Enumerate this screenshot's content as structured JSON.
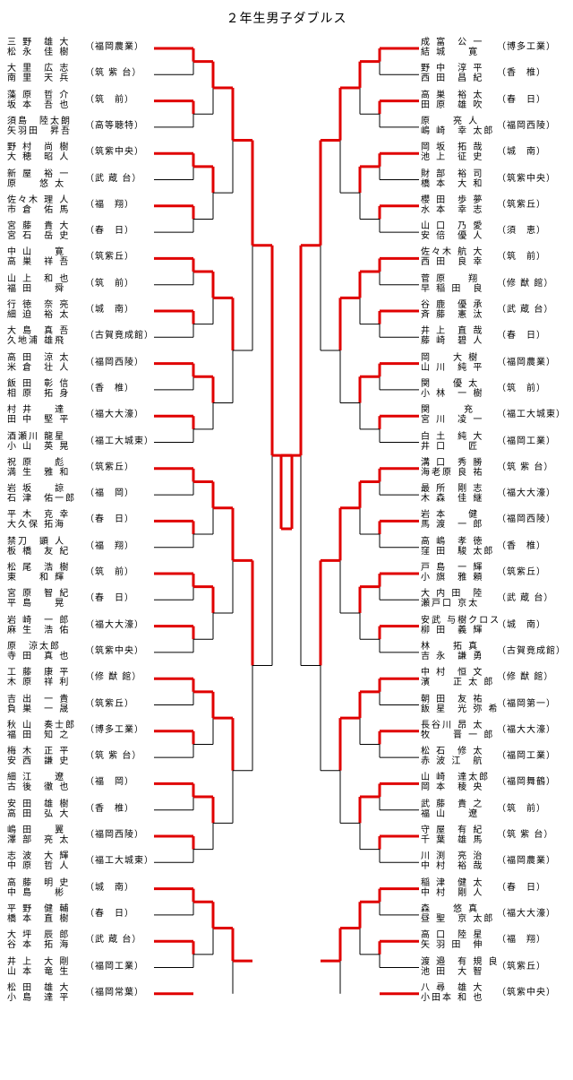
{
  "title": "２年生男子ダブルス",
  "left": [
    {
      "p1": "三 野　雄 大",
      "p2": "松 永　佳 樹",
      "school": "（福岡農業）"
    },
    {
      "p1": "大 里　広 志",
      "p2": "南 里　天 兵",
      "school": "（筑 紫 台）"
    },
    {
      "p1": "藻 原　哲 介",
      "p2": "坂 本　吾 也",
      "school": "（筑　前）"
    },
    {
      "p1": "須島　陸太朗",
      "p2": "矢羽田　昇吾",
      "school": "（高等聴特）"
    },
    {
      "p1": "野 村　尚 樹",
      "p2": "大 穂　昭 人",
      "school": "（筑紫中央）"
    },
    {
      "p1": "新 屋　裕 一",
      "p2": "原　　悠 太",
      "school": "（武 蔵 台）"
    },
    {
      "p1": "佐々木 理 人",
      "p2": "市 倉　佑 馬",
      "school": "（福　翔）"
    },
    {
      "p1": "宮 藤　貴 大",
      "p2": "宮 石　岳 史",
      "school": "（春　日）"
    },
    {
      "p1": "中 山　　寛",
      "p2": "高 巣　祥 吾",
      "school": "（筑紫丘）"
    },
    {
      "p1": "山 上　和 也",
      "p2": "福 田　　舜",
      "school": "（筑　前）"
    },
    {
      "p1": "行 徳　奈 亮",
      "p2": "細 迫　裕 太",
      "school": "（城　南）"
    },
    {
      "p1": "大 島　真 吾",
      "p2": "久地浦 雄飛",
      "school": "（古賀竟成館）"
    },
    {
      "p1": "高 田　涼 太",
      "p2": "米 倉　壮 人",
      "school": "（福岡西陵）"
    },
    {
      "p1": "飯 田　彰 信",
      "p2": "相 原　拓 身",
      "school": "（香　椎）"
    },
    {
      "p1": "村 井　　達",
      "p2": "田 中　堅 平",
      "school": "（福大大濠）"
    },
    {
      "p1": "酒瀬川 龍星",
      "p2": "小 山　英 晃",
      "school": "（福工大城東）"
    },
    {
      "p1": "祝 原　　彪",
      "p2": "満 生　雅 和",
      "school": "（筑紫丘）"
    },
    {
      "p1": "岩 坂　　諒",
      "p2": "石 津　佑一郎",
      "school": "（福　岡）"
    },
    {
      "p1": "平 木　克 幸",
      "p2": "大久保 拓海",
      "school": "（春　日）"
    },
    {
      "p1": "禁刀　顕 人",
      "p2": "板 橋　友 紀",
      "school": "（福　翔）"
    },
    {
      "p1": "松 尾　浩 樹",
      "p2": "東　　和 輝",
      "school": "（筑　前）"
    },
    {
      "p1": "宮 原　智 紀",
      "p2": "平 島　　晃",
      "school": "（春　日）"
    },
    {
      "p1": "岩 崎　一 郎",
      "p2": "麻 生　浩 佑",
      "school": "（福大大濠）"
    },
    {
      "p1": "原　涼太郎",
      "p2": "寺 田　真 也",
      "school": "（筑紫中央）"
    },
    {
      "p1": "工 藤　康 平",
      "p2": "木 原　祥 利",
      "school": "（修 猷 館）"
    },
    {
      "p1": "吉 出　一 貴",
      "p2": "負 巣　一 晟",
      "school": "（筑紫丘）"
    },
    {
      "p1": "秋 山　奏士郎",
      "p2": "福 田　知 之",
      "school": "（博多工業）"
    },
    {
      "p1": "梅 木　正 平",
      "p2": "安 西　謙 史",
      "school": "（筑 紫 台）"
    },
    {
      "p1": "細 江　　遼",
      "p2": "古 後　徹 也",
      "school": "（福　岡）"
    },
    {
      "p1": "安 田　雄 樹",
      "p2": "高 田　弘 大",
      "school": "（香　椎）"
    },
    {
      "p1": "嶋 田　　翼",
      "p2": "澤 部　亮 太",
      "school": "（福岡西陵）"
    },
    {
      "p1": "志 波　大 輝",
      "p2": "中 原　哲 人",
      "school": "（福工大城東）"
    },
    {
      "p1": "高 藤　明 史",
      "p2": "中 島　　彬",
      "school": "（城　南）"
    },
    {
      "p1": "平 野　健 輔",
      "p2": "橋 本　直 樹",
      "school": "（春　日）"
    },
    {
      "p1": "大 坪　辰 郎",
      "p2": "谷 本　拓 海",
      "school": "（武 蔵 台）"
    },
    {
      "p1": "井 上　大 剛",
      "p2": "山 本　竜 生",
      "school": "（福岡工業）"
    },
    {
      "p1": "松 田　雄 大",
      "p2": "小 島　達 平",
      "school": "（福岡常葉）"
    }
  ],
  "right": [
    {
      "p1": "成 富　公 一",
      "p2": "結 城　　寛",
      "school": "（博多工業）"
    },
    {
      "p1": "野 中　淳 平",
      "p2": "西 田　昌 紀",
      "school": "（香　椎）"
    },
    {
      "p1": "高 巣　裕 太",
      "p2": "田 原　雄 吹",
      "school": "（春　日）"
    },
    {
      "p1": "原　　亮 人",
      "p2": "嶋 崎　幸 太郎",
      "school": "（福岡西陵）"
    },
    {
      "p1": "岡 坂　拓 哉",
      "p2": "池 上　征 史",
      "school": "（城　南）"
    },
    {
      "p1": "財 部　裕 司",
      "p2": "橋 本　大 和",
      "school": "（筑紫中央）"
    },
    {
      "p1": "櫻 田　歩 夢",
      "p2": "水 本　幸 志",
      "school": "（筑紫丘）"
    },
    {
      "p1": "山 口　乃 愛",
      "p2": "安 倍　優 人",
      "school": "（須　恵）"
    },
    {
      "p1": "佐々木 航 大",
      "p2": "西 田　良 幸",
      "school": "（筑　前）"
    },
    {
      "p1": "菅 原　　翔",
      "p2": "早 稲 田　良",
      "school": "（修 猷 館）"
    },
    {
      "p1": "谷 鹿　優 承",
      "p2": "斉 藤　憲 汰",
      "school": "（武 蔵 台）"
    },
    {
      "p1": "井 上　直 哉",
      "p2": "藤 崎　碧 人",
      "school": "（春　日）"
    },
    {
      "p1": "岡　　大 樹",
      "p2": "山 川　純 平",
      "school": "（福岡農業）"
    },
    {
      "p1": "関　　優 太",
      "p2": "小 林　一 樹",
      "school": "（筑　前）"
    },
    {
      "p1": "関　　　充",
      "p2": "宮 川　凌 一",
      "school": "（福工大城東）"
    },
    {
      "p1": "白 土　純 大",
      "p2": "井 口　　匠",
      "school": "（福岡工業）"
    },
    {
      "p1": "溝 口　秀 勝",
      "p2": "海老原 良 祐",
      "school": "（筑 紫 台）"
    },
    {
      "p1": "最 所　剛 志",
      "p2": "木 森　佳 継",
      "school": "（福大大濠）"
    },
    {
      "p1": "岩 本　　健",
      "p2": "馬 渡　一 郎",
      "school": "（福岡西陵）"
    },
    {
      "p1": "高 嶋　孝 徳",
      "p2": "窪 田　駿 太郎",
      "school": "（香　椎）"
    },
    {
      "p1": "戸 島　一 輝",
      "p2": "小 旗　雅 頼",
      "school": "（筑紫丘）"
    },
    {
      "p1": "大 内 田　陸",
      "p2": "瀬戸口 京太",
      "school": "（武 蔵 台）"
    },
    {
      "p1": "安武 与樹クロス",
      "p2": "柳 田　義 輝",
      "school": "（城　南）"
    },
    {
      "p1": "林　　拓 真",
      "p2": "吉 永　謙 勇",
      "school": "（古賀竟成館）"
    },
    {
      "p1": "中 村　恒 文",
      "p2": "濱　　正 太 郎",
      "school": "（修 猷 館）"
    },
    {
      "p1": "朝 田　友 祐",
      "p2": "飯 星　光 弥 希",
      "school": "（福岡第一）"
    },
    {
      "p1": "長谷川 昂 太",
      "p2": "牧　　晋 一 郎",
      "school": "（福大大濠）"
    },
    {
      "p1": "松 石　修 太",
      "p2": "赤 波 江　航",
      "school": "（福岡工業）"
    },
    {
      "p1": "山 崎　達太郎",
      "p2": "岡 本　稜 央",
      "school": "（福岡舞鶴）"
    },
    {
      "p1": "武 藤　貴 之",
      "p2": "福 山　　遼",
      "school": "（筑　前）"
    },
    {
      "p1": "守 屋　有 紀",
      "p2": "千 葉　雄 馬",
      "school": "（筑 紫 台）"
    },
    {
      "p1": "川 渕　亮 治",
      "p2": "中 村　裕 哉",
      "school": "（福岡農業）"
    },
    {
      "p1": "稲 津　健 太",
      "p2": "中 村　剛 人",
      "school": "（春　日）"
    },
    {
      "p1": "森　　悠 真",
      "p2": "昼 聖　京 太郎",
      "school": "（福大大濠）"
    },
    {
      "p1": "高 口　陸 星",
      "p2": "矢 羽 田　伸",
      "school": "（福　翔）"
    },
    {
      "p1": "渡 邉　有 規 良",
      "p2": "池 田　大 智",
      "school": "（筑紫丘）"
    },
    {
      "p1": "八 尋　雄 大",
      "p2": "小田本 和 也",
      "school": "（筑紫中央）"
    }
  ],
  "colors": {
    "win": "#e00000",
    "line": "#000000",
    "text": "#000000"
  }
}
